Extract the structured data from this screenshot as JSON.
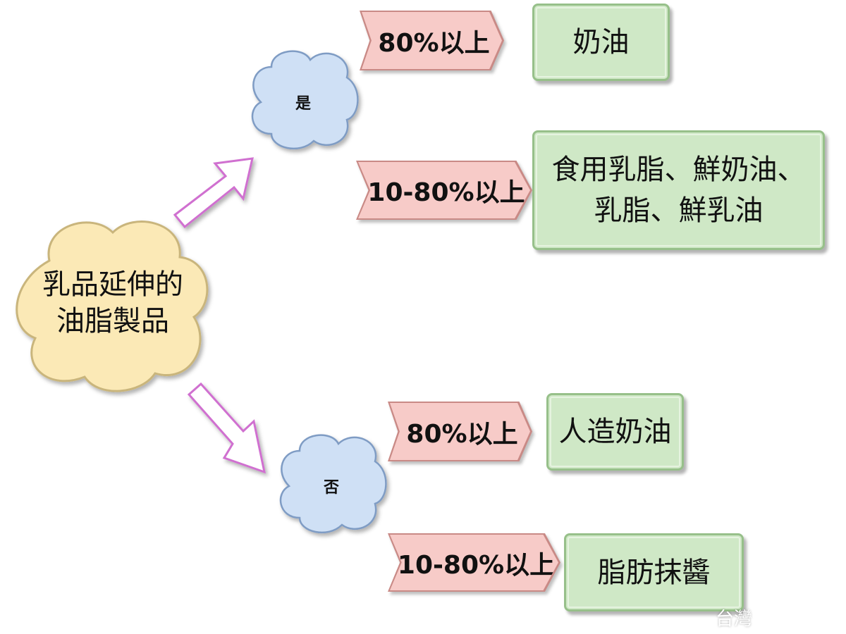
{
  "root": {
    "line1": "乳品延伸的",
    "line2": "油脂製品"
  },
  "branches": [
    {
      "condition": "是",
      "items": [
        {
          "range": "80%以上",
          "product": "奶油"
        },
        {
          "range": "10-80%以上",
          "product_line1": "食用乳脂、鮮奶油、",
          "product_line2": "乳脂、鮮乳油"
        }
      ]
    },
    {
      "condition": "否",
      "items": [
        {
          "range": "80%以上",
          "product": "人造奶油"
        },
        {
          "range": "10-80%以上",
          "product": "脂肪抹醬"
        }
      ]
    }
  ],
  "watermark": "台灣",
  "colors": {
    "root_cloud": "#fbe9b6",
    "condition_cloud": "#cfe0f5",
    "tag": "#f7cbc8",
    "box": "#cfe8c6",
    "arrow": "#d070d0"
  }
}
